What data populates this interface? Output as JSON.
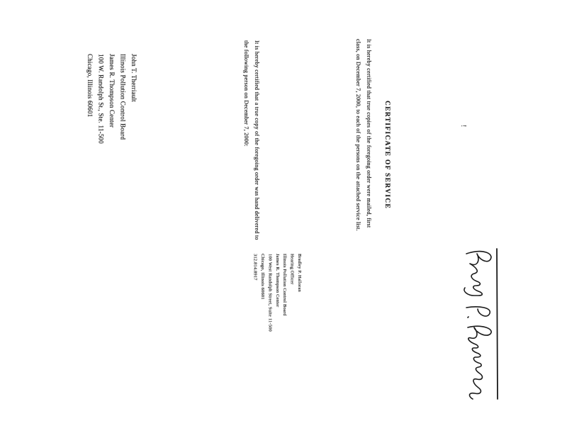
{
  "page": {
    "kind": "scanned-legal-document-rotated-90-degrees",
    "paper_color": "#ffffff",
    "ink_color": "#1b1b1b"
  },
  "document": {
    "heading": "CERTIFICATE OF SERVICE",
    "mailed_paragraph": {
      "lines": [
        "It is hereby certified that true copies of the foregoing order were mailed, first",
        "class, on December 7, 2000, to each of the persons on the attached service list.",
        ""
      ]
    },
    "hand_delivery_paragraph": {
      "lines": [
        "It is hereby certified that a true copy of the foregoing order was hand delivered to",
        "the following person on December 7, 2000:"
      ]
    },
    "service_address": {
      "lines": [
        "John T. Therriault",
        "Illinois Pollution Control Board",
        "James R. Thompson Center",
        "100 W. Randolph St., Ste. 11-500",
        "Chicago, Illinois 60601"
      ]
    },
    "signer_block": {
      "lines": [
        "Bradley P. Halloran",
        "Hearing Officer",
        "Illinois Pollution Control Board",
        "James R. Thompson Center",
        "100 West Randolph Street, Suite 11-500",
        "Chicago, Illinois 60601",
        "312.814.8917"
      ]
    },
    "signature": {
      "name": "Bradley P. Halloran"
    },
    "artifact_mark": "!"
  }
}
